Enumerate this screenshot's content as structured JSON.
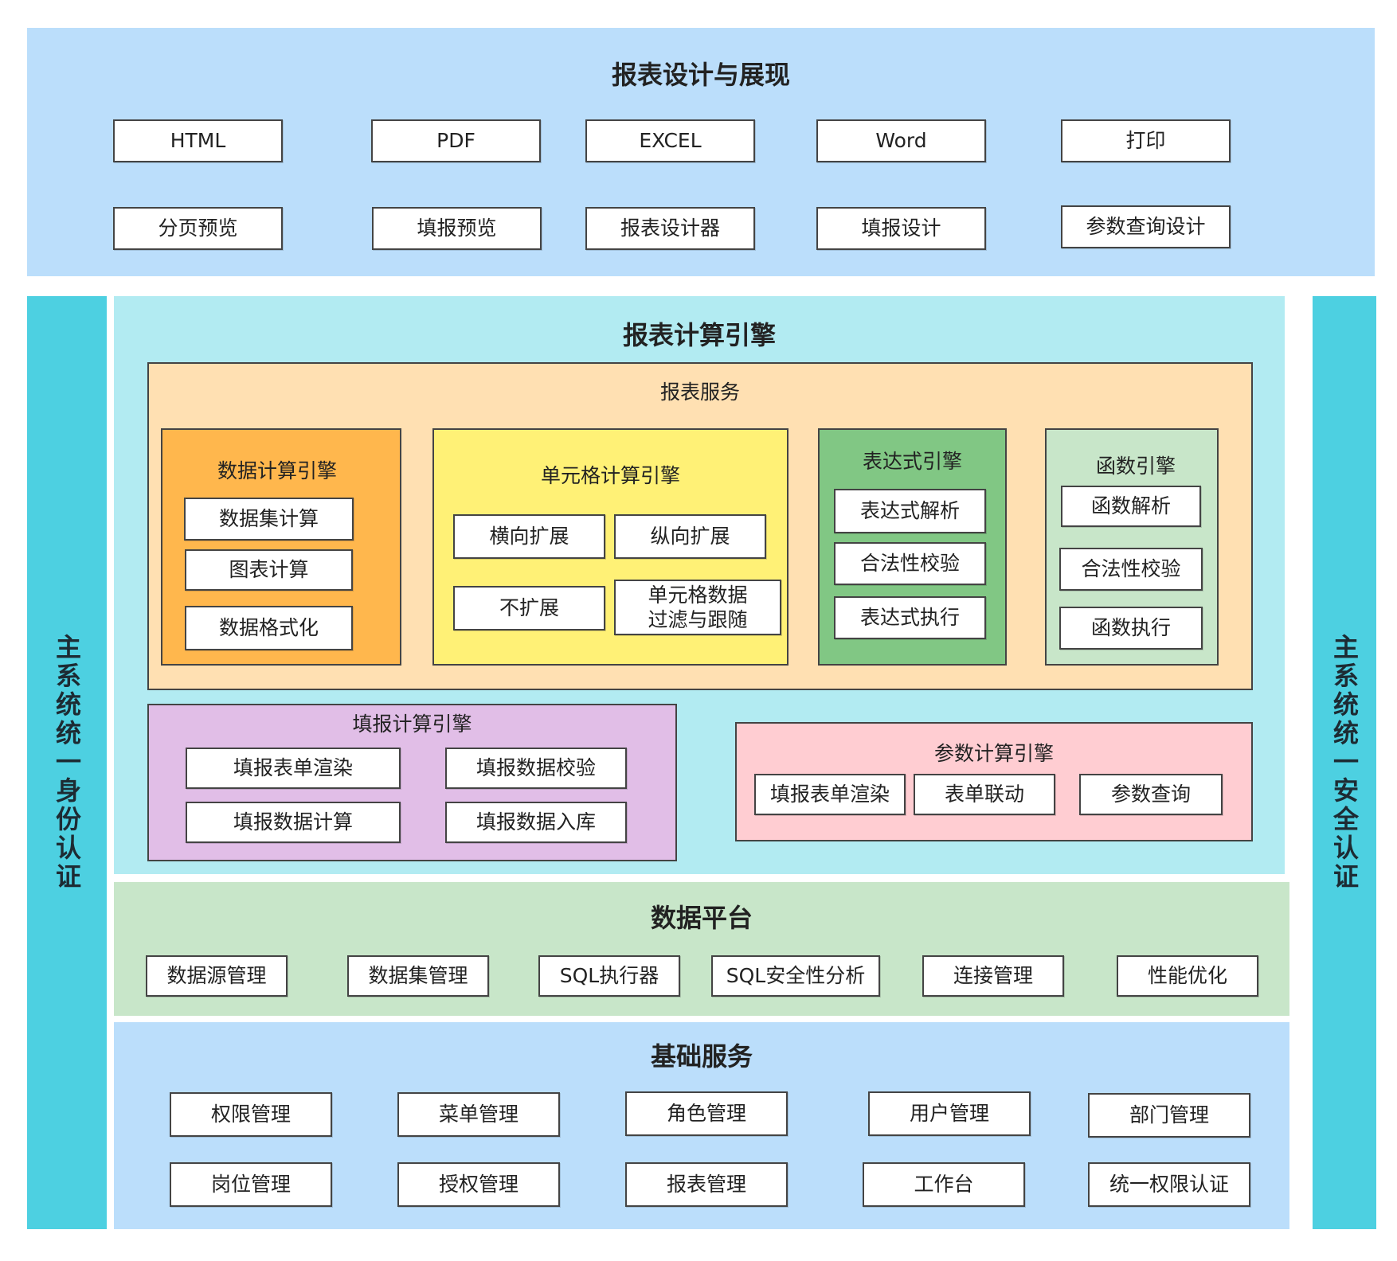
{
  "presentation": {
    "title": "报表设计与展现",
    "row1": [
      "HTML",
      "PDF",
      "EXCEL",
      "Word",
      "打印"
    ],
    "row2": [
      "分页预览",
      "填报预览",
      "报表设计器",
      "填报设计",
      "参数查询设计"
    ]
  },
  "left_sidebar": "主系统统一身份认证",
  "right_sidebar": "主系统统一安全认证",
  "engine": {
    "title": "报表计算引擎",
    "report_service": {
      "title": "报表服务",
      "data_calc": {
        "title": "数据计算引擎",
        "items": [
          "数据集计算",
          "图表计算",
          "数据格式化"
        ]
      },
      "cell_calc": {
        "title": "单元格计算引擎",
        "items": [
          "横向扩展",
          "纵向扩展",
          "不扩展",
          "单元格数据\n过滤与跟随"
        ]
      },
      "expression": {
        "title": "表达式引擎",
        "items": [
          "表达式解析",
          "合法性校验",
          "表达式执行"
        ]
      },
      "function": {
        "title": "函数引擎",
        "items": [
          "函数解析",
          "合法性校验",
          "函数执行"
        ]
      }
    },
    "fill_calc": {
      "title": "填报计算引擎",
      "items": [
        "填报表单渲染",
        "填报数据校验",
        "填报数据计算",
        "填报数据入库"
      ]
    },
    "param_calc": {
      "title": "参数计算引擎",
      "items": [
        "填报表单渲染",
        "表单联动",
        "参数查询"
      ]
    }
  },
  "data_platform": {
    "title": "数据平台",
    "items": [
      "数据源管理",
      "数据集管理",
      "SQL执行器",
      "SQL安全性分析",
      "连接管理",
      "性能优化"
    ]
  },
  "base_service": {
    "title": "基础服务",
    "row1": [
      "权限管理",
      "菜单管理",
      "角色管理",
      "用户管理",
      "部门管理"
    ],
    "row2": [
      "岗位管理",
      "授权管理",
      "报表管理",
      "工作台",
      "统一权限认证"
    ]
  },
  "colors": {
    "top_panel": "#bbdefb",
    "engine_panel": "#b2ebf2",
    "report_service": "#ffe0b2",
    "data_calc": "#ffb74d",
    "cell_calc": "#fff176",
    "expression": "#81c784",
    "function": "#c8e6c9",
    "fill_calc": "#e1bee7",
    "param_calc": "#ffcdd2",
    "data_platform": "#c8e6c9",
    "base_service": "#bbdefb",
    "sidebar": "#4dd0e1"
  }
}
